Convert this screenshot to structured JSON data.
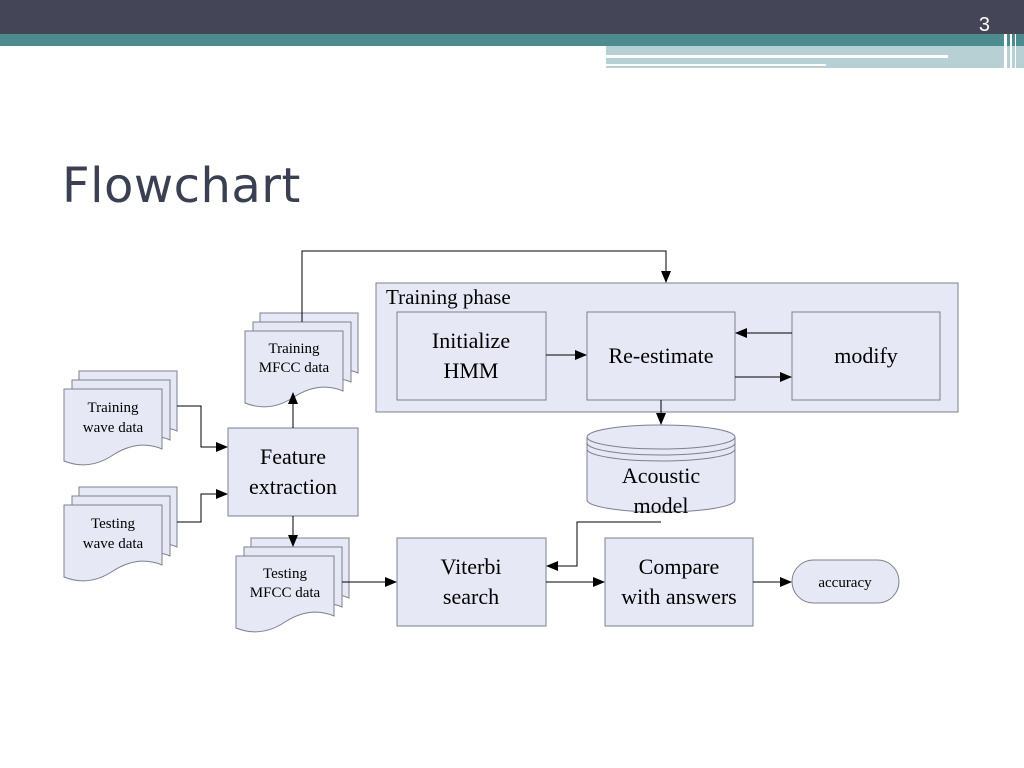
{
  "slide": {
    "page_number": "3",
    "title": "Flowchart"
  },
  "colors": {
    "header_dark": "#454558",
    "header_teal": "#4e8b8e",
    "header_light": "#b7d0d3",
    "node_fill": "#e6e8f5",
    "node_stroke": "#7d7f8f",
    "title_text": "#3a3f52"
  },
  "diagram": {
    "training_phase": {
      "label": "Training phase"
    },
    "initialize_hmm": {
      "line1": "Initialize",
      "line2": "HMM"
    },
    "re_estimate": {
      "label": "Re-estimate"
    },
    "modify": {
      "label": "modify"
    },
    "acoustic_model": {
      "line1": "Acoustic",
      "line2": "model"
    },
    "feature_extraction": {
      "line1": "Feature",
      "line2": "extraction"
    },
    "training_wave": {
      "line1": "Training",
      "line2": "wave data"
    },
    "testing_wave": {
      "line1": "Testing",
      "line2": "wave data"
    },
    "training_mfcc": {
      "line1": "Training",
      "line2": "MFCC data"
    },
    "testing_mfcc": {
      "line1": "Testing",
      "line2": "MFCC data"
    },
    "viterbi_search": {
      "line1": "Viterbi",
      "line2": "search"
    },
    "compare_answers": {
      "line1": "Compare",
      "line2": "with answers"
    },
    "accuracy": {
      "label": "accuracy"
    }
  }
}
